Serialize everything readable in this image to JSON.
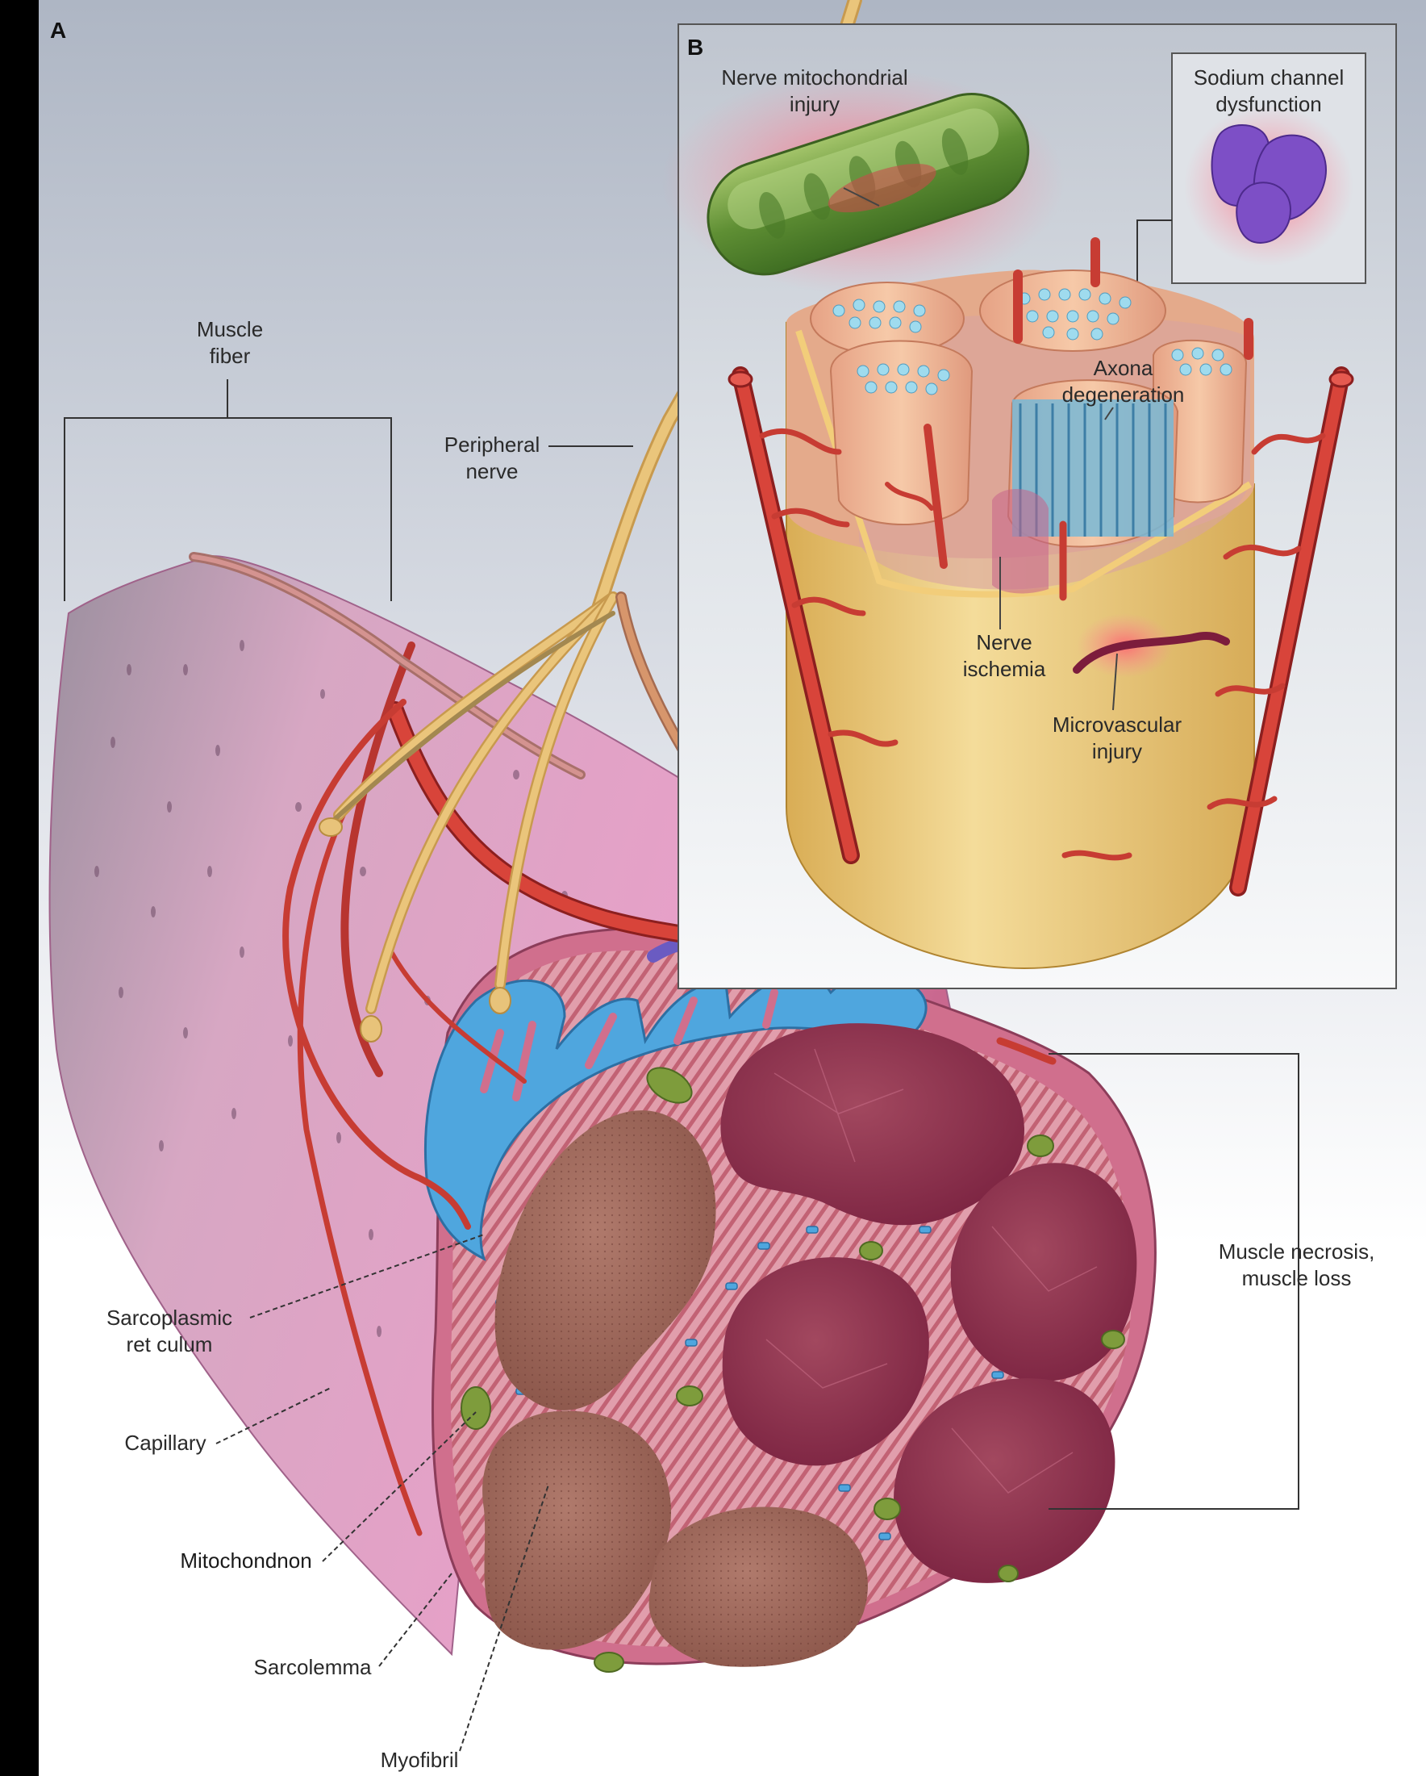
{
  "colors": {
    "background": "#000000",
    "panel_bg_top": "#b9c0cc",
    "panel_bg_bottom": "#ffffff",
    "muscle_pink": "#d89ac0",
    "myofibril_brown": "#9b6558",
    "necrosis_maroon": "#8a2c48",
    "sarcoplasmic_blue": "#4fa2d6",
    "mitochondrion_green": "#7d9a3c",
    "capillary_red": "#c7302a",
    "nerve_yellow": "#e8c479",
    "nerve_sheath": "#f2d790",
    "axon_blue": "#8fd0e6",
    "sodium_channel_purple": "#7a4bc2"
  },
  "panel_a": {
    "letter": "A"
  },
  "panel_b": {
    "letter": "B"
  },
  "labels": {
    "muscle_fiber": "Muscle\nfiber",
    "peripheral_nerve": "Peripheral\nnerve",
    "sarcoplasmic_reticulum": "Sarcoplasmic\nret culum",
    "capillary": "Capillary",
    "mitochondrion": "Mitochondnon",
    "sarcolemma": "Sarcolemma",
    "myofibril": "Myofibril",
    "muscle_necrosis": "Muscle necrosis,\nmuscle loss",
    "nerve_mito_injury": "Nerve mitochondrial\ninjury",
    "sodium_channel": "Sodium channel\ndysfunction",
    "axonal_degeneration": "Axona\ndegeneration",
    "nerve_ischemia": "Nerve\nischemia",
    "microvascular_injury": "Microvascular\ninjury"
  }
}
